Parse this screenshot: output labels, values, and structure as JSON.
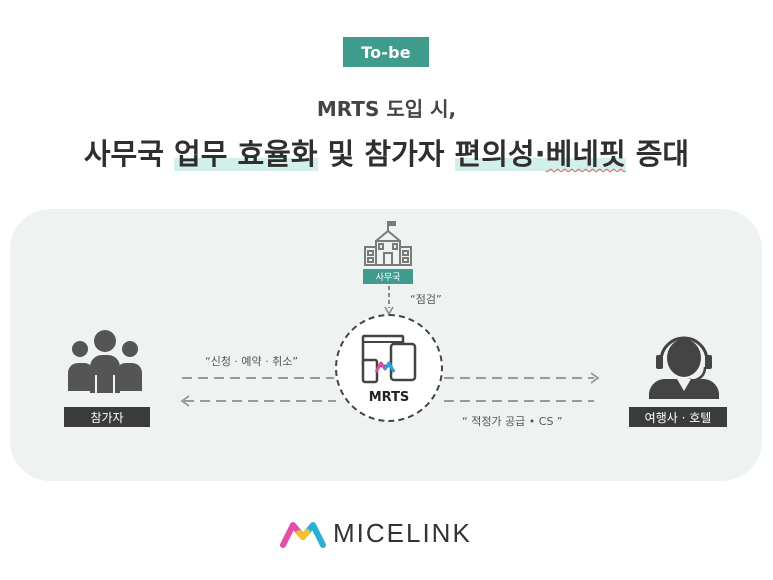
{
  "header": {
    "badge": "To-be",
    "subtitle": "MRTS 도입 시,",
    "title_parts": [
      "사무국 ",
      "업무 효율화",
      " 및 참가자 ",
      "편의성·",
      "베네핏",
      " 증대"
    ]
  },
  "diagram": {
    "secretariat_label": "사무국",
    "inspection_label": "“점검”",
    "participant_label": "참가자",
    "participant_flow": "“신청 · 예약 · 취소”",
    "center_label": "MRTS",
    "agency_label": "여행사 · 호텔",
    "agency_flow": "“ 적정가 공급 • CS ”"
  },
  "footer": {
    "logo_text": "MICELINK"
  },
  "colors": {
    "accent": "#3f9c8d",
    "highlight": "#d3efe9",
    "panel": "#eef3f2",
    "dark": "#3b3b3b"
  },
  "icons": [
    "building-icon",
    "group-icon",
    "headset-person-icon",
    "devices-icon",
    "micelink-logo-icon"
  ]
}
